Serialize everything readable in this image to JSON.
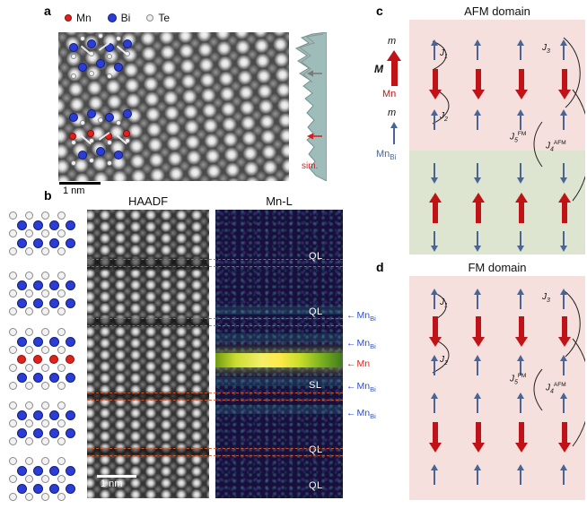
{
  "panels": {
    "a": {
      "letter": "a",
      "legend": [
        {
          "label": "Mn",
          "color": "#e3211b"
        },
        {
          "label": "Bi",
          "color": "#2b3dd6"
        },
        {
          "label": "Te",
          "color": "#f0f0f0"
        }
      ],
      "scale_bar_label": "1 nm",
      "profile": {
        "sim_label": "sim."
      }
    },
    "b": {
      "letter": "b",
      "haadf_title": "HAADF",
      "map_title": "Mn-L",
      "scale_bar_label": "1 nm",
      "layer_labels": [
        {
          "text": "QL"
        },
        {
          "text": "QL"
        },
        {
          "text": "SL"
        },
        {
          "text": "QL"
        },
        {
          "text": "QL"
        }
      ],
      "model_blocks": [
        {
          "name": "QL",
          "layers": [
            "Te",
            "Bi",
            "Te",
            "Bi",
            "Te"
          ]
        },
        {
          "name": "QL",
          "layers": [
            "Te",
            "Bi",
            "Te",
            "Bi",
            "Te"
          ]
        },
        {
          "name": "SL",
          "layers": [
            "Te",
            "Bi",
            "Te",
            "Mn",
            "Te",
            "Bi",
            "Te"
          ]
        },
        {
          "name": "QL",
          "layers": [
            "Te",
            "Bi",
            "Te",
            "Bi",
            "Te"
          ]
        },
        {
          "name": "QL",
          "layers": [
            "Te",
            "Bi",
            "Te",
            "Bi",
            "Te"
          ]
        }
      ],
      "annotations": [
        {
          "arrow": "←",
          "base": "Mn",
          "sub": "Bi",
          "color": "#2b4fd6"
        },
        {
          "arrow": "←",
          "base": "Mn",
          "sub": "Bi",
          "color": "#2b4fd6"
        },
        {
          "arrow": "←",
          "base": "Mn",
          "sub": "",
          "color": "#e3211b"
        },
        {
          "arrow": "←",
          "base": "Mn",
          "sub": "Bi",
          "color": "#2b4fd6"
        },
        {
          "arrow": "←",
          "base": "Mn",
          "sub": "Bi",
          "color": "#2b4fd6"
        }
      ]
    },
    "c": {
      "letter": "c",
      "title": "AFM domain",
      "side_legend": {
        "m_top": "m",
        "M": "M",
        "mn": "Mn",
        "m_bottom": "m",
        "mnbi_base": "Mn",
        "mnbi_sub": "Bi"
      },
      "spin_rows": [
        {
          "species": "MnBi",
          "dir": "up",
          "count": 4
        },
        {
          "species": "Mn",
          "dir": "down",
          "count": 4
        },
        {
          "species": "MnBi",
          "dir": "up",
          "count": 4
        },
        {
          "species": "MnBi",
          "dir": "down",
          "count": 4
        },
        {
          "species": "Mn",
          "dir": "up",
          "count": 4
        },
        {
          "species": "MnBi",
          "dir": "down",
          "count": 4
        }
      ]
    },
    "d": {
      "letter": "d",
      "title": "FM domain",
      "spin_rows": [
        {
          "species": "MnBi",
          "dir": "up",
          "count": 4
        },
        {
          "species": "Mn",
          "dir": "down",
          "count": 4
        },
        {
          "species": "MnBi",
          "dir": "up",
          "count": 4
        },
        {
          "species": "MnBi",
          "dir": "up",
          "count": 4
        },
        {
          "species": "Mn",
          "dir": "down",
          "count": 4
        },
        {
          "species": "MnBi",
          "dir": "up",
          "count": 4
        }
      ]
    }
  },
  "couplings": {
    "j1": {
      "base": "J",
      "sub": "1",
      "sup": ""
    },
    "j2": {
      "base": "J",
      "sub": "2",
      "sup": ""
    },
    "j3": {
      "base": "J",
      "sub": "3",
      "sup": ""
    },
    "j4": {
      "base": "J",
      "sub": "4",
      "sup": "AFM"
    },
    "j5": {
      "base": "J",
      "sub": "5",
      "sup": "FM"
    }
  },
  "colors": {
    "mn_red": "#bf1317",
    "mnbi_blue": "#4a6593",
    "annotation_blue": "#2b4fd6",
    "annotation_red": "#e3211b",
    "afm_pink_bg": "#f6e0dd",
    "afm_green_bg": "#dde4cf",
    "dashed_line_orange": "#e8541f",
    "profile_fill_teal": "#9dbcba",
    "map_highlight_yellow": "#e8e84a"
  }
}
